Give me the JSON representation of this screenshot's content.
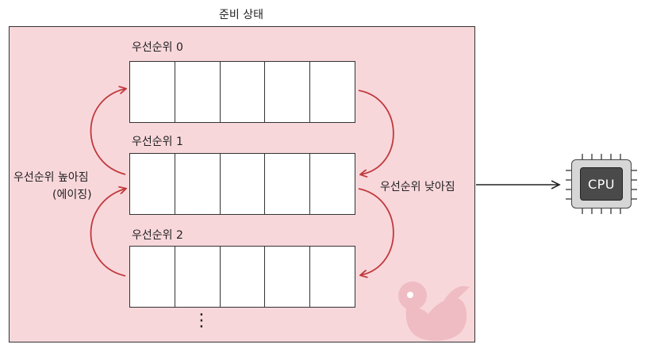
{
  "title": "준비 상태",
  "queues": [
    {
      "label": "우선순위 0",
      "cells": 5
    },
    {
      "label": "우선순위 1",
      "cells": 5
    },
    {
      "label": "우선순위 2",
      "cells": 5
    }
  ],
  "labels": {
    "aging_line1": "우선순위 높아짐",
    "aging_line2": "(에이징)",
    "lower": "우선순위 낮아짐",
    "more": "⋮"
  },
  "cpu": {
    "label": "CPU"
  },
  "colors": {
    "panel": "#f8d7db",
    "arrow_red": "#c0393b",
    "cpu_core": "#4a4a4a",
    "cpu_body": "#d6d6d6"
  },
  "icons": [
    "bird-watermark-icon",
    "cpu-icon"
  ]
}
